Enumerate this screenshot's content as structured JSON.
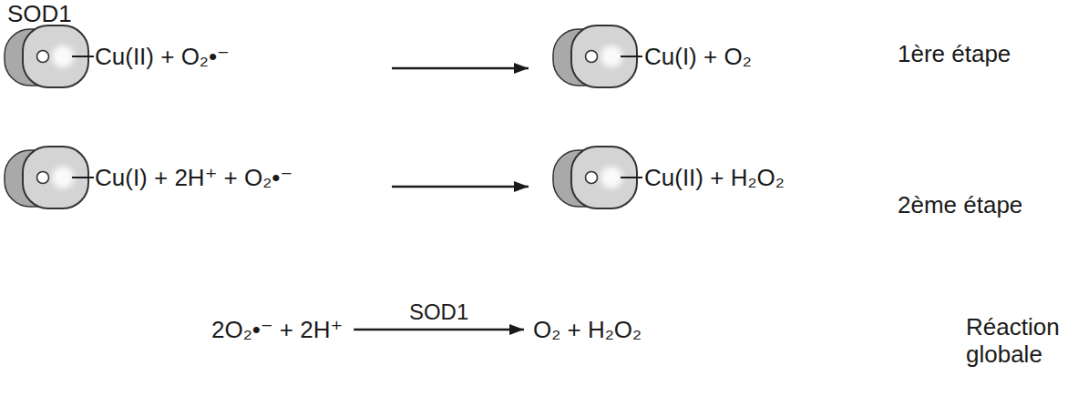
{
  "diagram": {
    "nodes": [
      {
        "text": [
          "Cu(II) + O₂•⁻"
        ]
      },
      {
        "text": [
          "Cu(I) + O₂"
        ]
      },
      {
        "text": [
          "Cu(I) + 2H⁺ + O₂•⁻"
        ]
      },
      {
        "text": [
          "Cu(II) + H₂O₂"
        ]
      },
      {
        "text": [
          "2O₂•⁻ + 2H⁺"
        ]
      },
      {
        "text": [
          "O₂ + H₂O₂"
        ]
      }
    ],
    "edges": [
      {
        "from": 0,
        "to": 1,
        "arrow": "to"
      },
      {
        "from": 2,
        "to": 3,
        "arrow": "to"
      },
      {
        "from": 4,
        "to": 5,
        "label": "SOD1",
        "arrow": "to"
      }
    ],
    "labels": [
      "SOD1",
      "1ère étape",
      "2ème étape",
      "Réaction globale"
    ]
  }
}
